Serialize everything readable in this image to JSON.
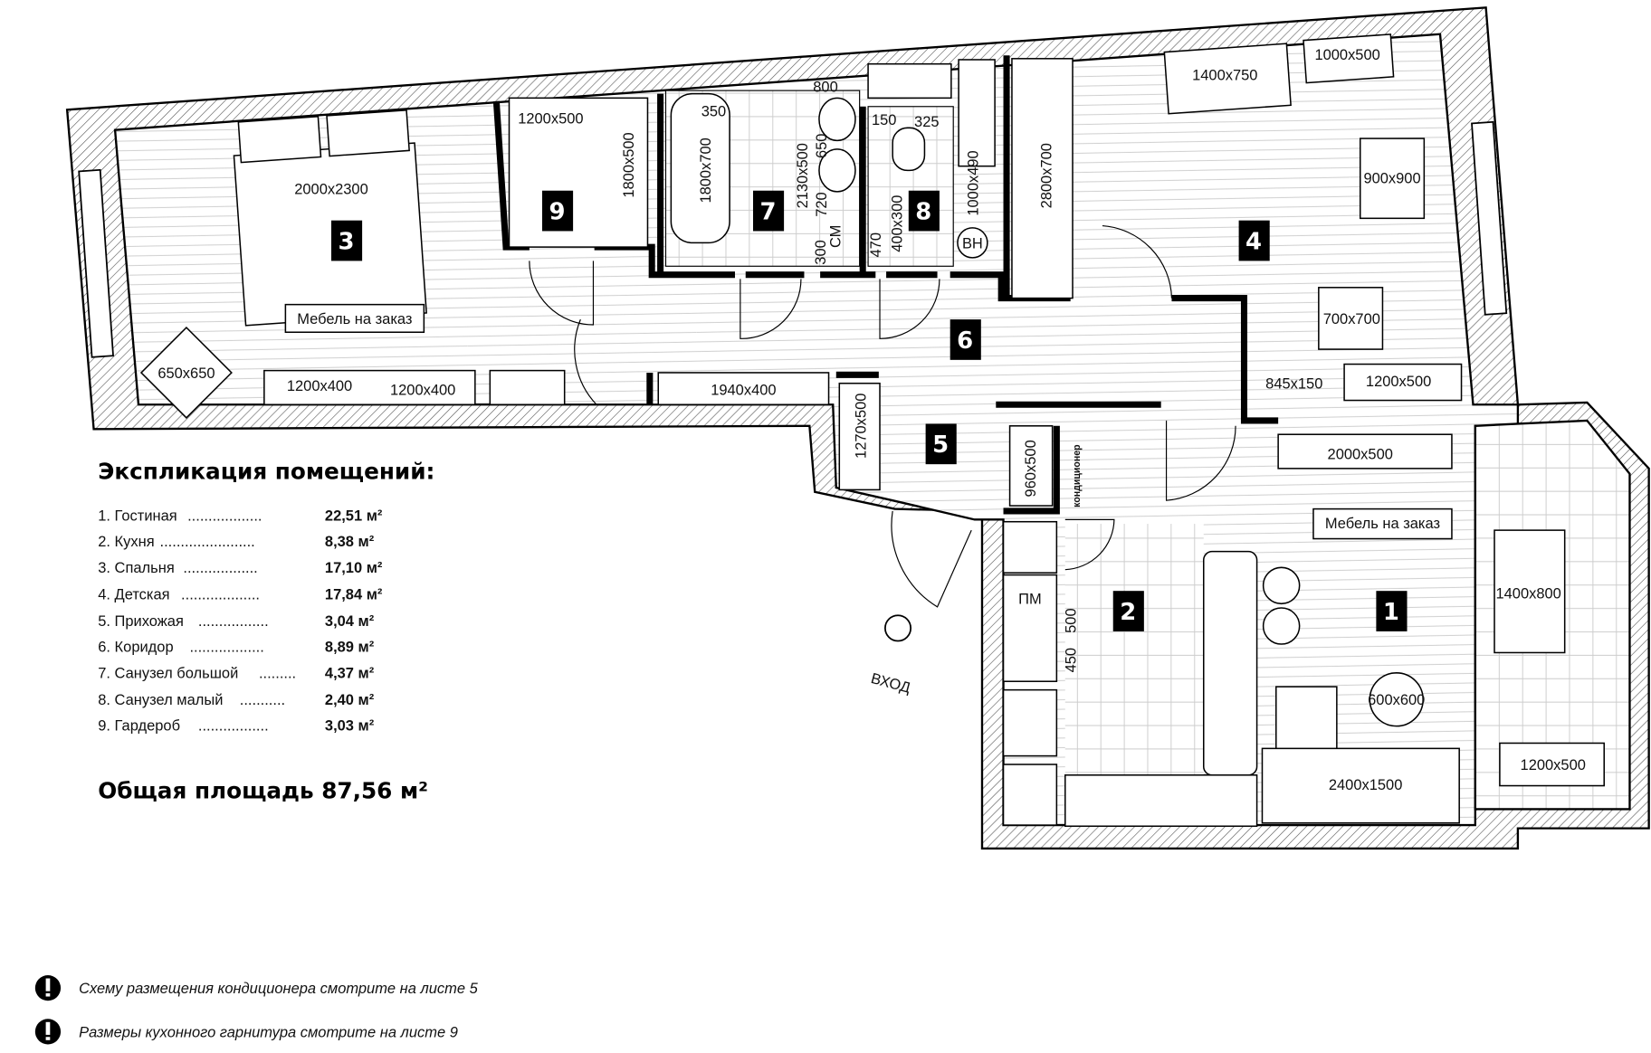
{
  "rooms": [
    {
      "num": "1"
    },
    {
      "num": "2"
    },
    {
      "num": "3"
    },
    {
      "num": "4"
    },
    {
      "num": "5"
    },
    {
      "num": "6"
    },
    {
      "num": "7"
    },
    {
      "num": "8"
    },
    {
      "num": "9"
    }
  ],
  "dims": {
    "bed": "2000x2300",
    "custom1": "Мебель на заказ",
    "chair": "650x650",
    "dresser1": "1200x400",
    "dresser2": "1200x400",
    "ward9": "1200x500",
    "ward9v": "1800x500",
    "bath": "1800x700",
    "d350": "350",
    "d800": "800",
    "vanity": "2130x500",
    "d650": "650",
    "d720": "720",
    "d300": "300",
    "wm": "СМ",
    "d150": "150",
    "d325": "325",
    "d470": "470",
    "d400x300": "400x300",
    "boiler": "1000x490",
    "vn": "ВН",
    "ward4": "2800x700",
    "desk4": "1400x750",
    "shelf4": "1000x500",
    "bed4": "900x900",
    "table4": "700x700",
    "d845": "845x150",
    "dresser4": "1200x500",
    "corr": "1940x400",
    "hall": "1270x500",
    "hall2": "960x500",
    "ac": "кондиционер",
    "tv": "2000x500",
    "custom2": "Мебель на заказ",
    "pm": "ПМ",
    "d500": "500",
    "d450": "450",
    "dining": "1400x800",
    "coffee": "600x600",
    "sofa": "2400x1500",
    "balc": "1200x500",
    "entrance": "ВХОД"
  },
  "legend": {
    "title": "Экспликация помещений:",
    "items": [
      {
        "label": "1. Гостиная",
        "dots": "..................",
        "area": "22,51 м²"
      },
      {
        "label": "2. Кухня",
        "dots": ".......................",
        "area": "8,38 м²"
      },
      {
        "label": "3. Спальня",
        "dots": "..................",
        "area": "17,10 м²"
      },
      {
        "label": "4. Детская",
        "dots": "...................",
        "area": "17,84 м²"
      },
      {
        "label": "5. Прихожая",
        "dots": ".................",
        "area": "3,04 м²"
      },
      {
        "label": "6. Коридор",
        "dots": "..................",
        "area": "8,89 м²"
      },
      {
        "label": "7. Санузел большой",
        "dots": ".........",
        "area": "4,37 м²"
      },
      {
        "label": "8. Санузел малый",
        "dots": "...........",
        "area": "2,40 м²"
      },
      {
        "label": "9. Гардероб",
        "dots": ".................",
        "area": "3,03 м²"
      }
    ],
    "total": "Общая площадь 87,56 м²"
  },
  "notes": [
    {
      "icon": "exclamation-icon",
      "text": "Схему размещения кондиционера смотрите на листе 5"
    },
    {
      "icon": "exclamation-icon",
      "text": "Размеры кухонного гарнитура смотрите на листе 9"
    }
  ]
}
